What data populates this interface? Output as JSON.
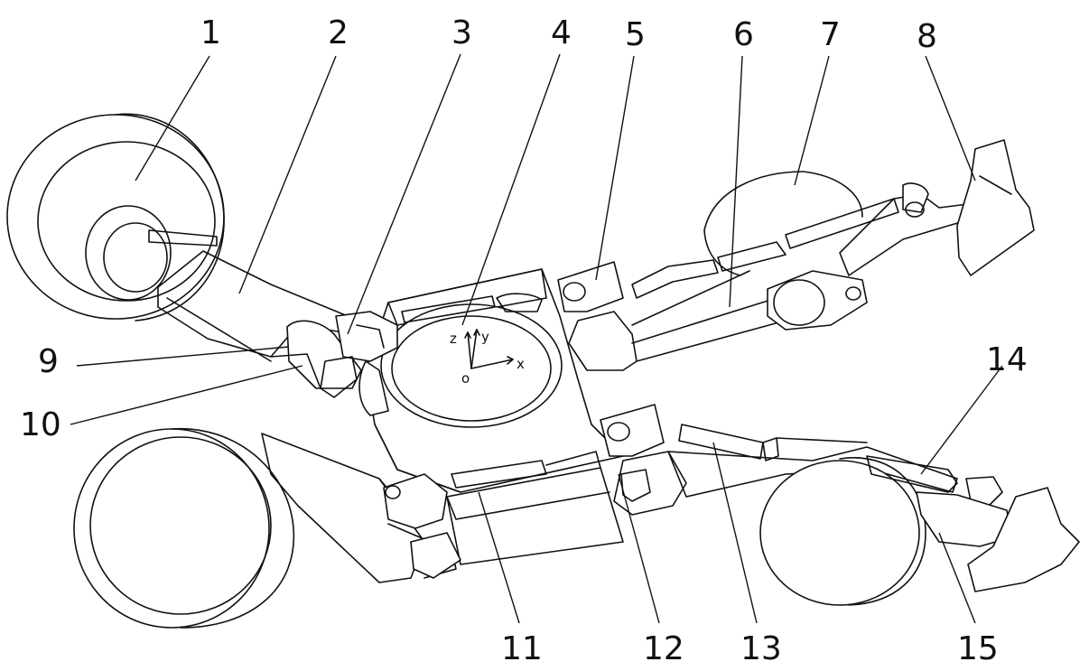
{
  "callouts": {
    "c1": "1",
    "c2": "2",
    "c3": "3",
    "c4": "4",
    "c5": "5",
    "c6": "6",
    "c7": "7",
    "c8": "8",
    "c9": "9",
    "c10": "10",
    "c11": "11",
    "c12": "12",
    "c13": "13",
    "c14": "14",
    "c15": "15"
  },
  "axes": {
    "z": "z",
    "y": "y",
    "x": "x",
    "origin": "o"
  },
  "colors": {
    "stroke": "#111111",
    "background": "#ffffff"
  }
}
